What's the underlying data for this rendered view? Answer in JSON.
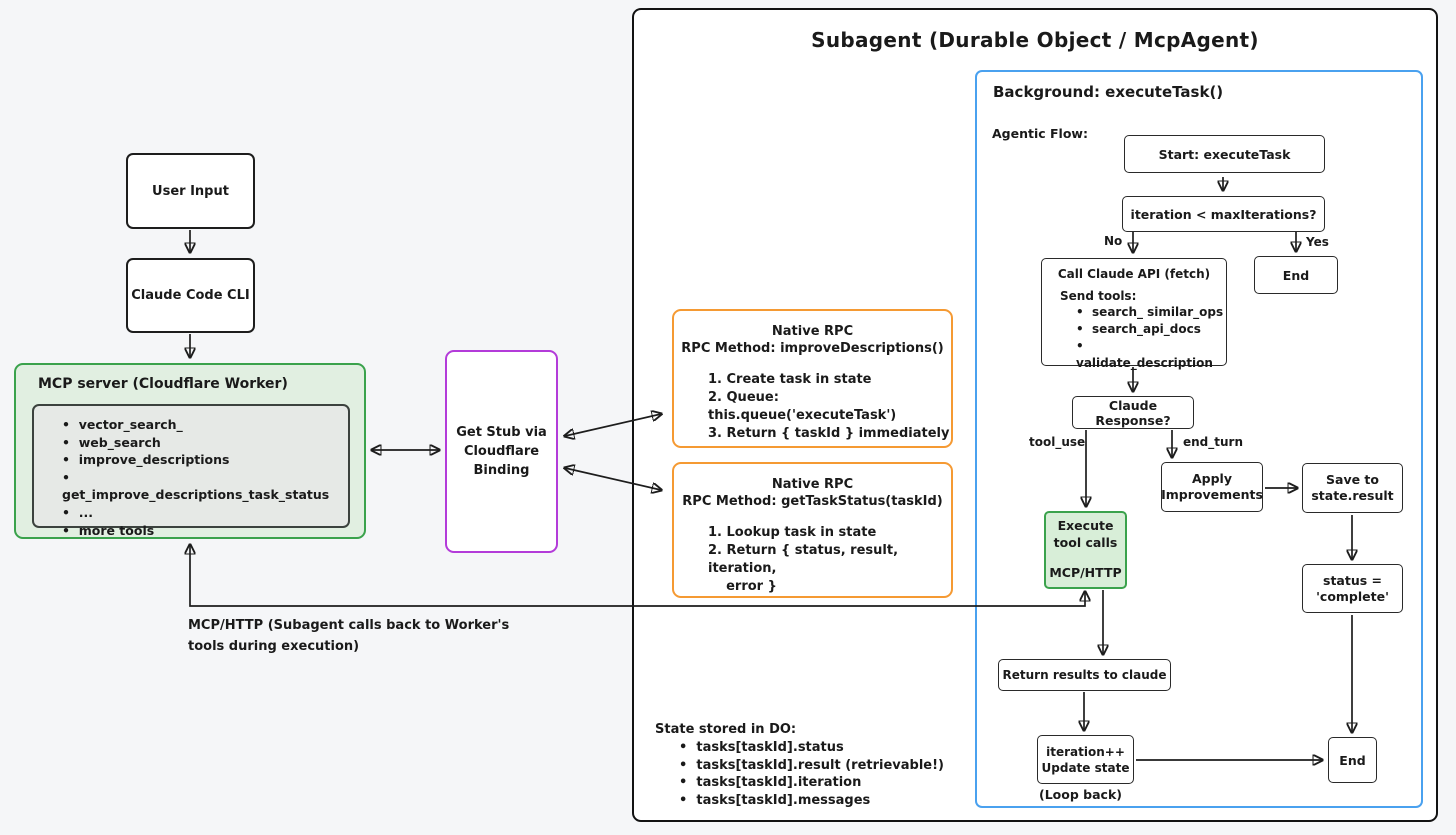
{
  "colors": {
    "background": "#f5f6f8",
    "ink": "#1a1a1a",
    "green_border": "#3aa24c",
    "green_fill": "#e1efe1",
    "gray_fill": "#e6e9e6",
    "purple_border": "#b33bd9",
    "orange_border": "#f59a33",
    "blue_border": "#4aa1ef",
    "execute_fill": "#d8eed8"
  },
  "left": {
    "user_input": "User Input",
    "claude_cli": "Claude Code CLI",
    "mcp": {
      "title": "MCP server (Cloudflare Worker)",
      "tools": [
        "vector_search_",
        "web_search",
        "improve_descriptions",
        "get_improve_descriptions_task_status",
        "...",
        "more tools"
      ]
    },
    "stub": {
      "lines": [
        "Get Stub via",
        "Cloudflare"
      ],
      "bold_line": "Binding"
    },
    "callback_caption": {
      "line1": "MCP/HTTP (Subagent calls back to Worker's",
      "line2": "tools during execution)"
    }
  },
  "rpc": [
    {
      "title": "Native RPC",
      "method": "RPC Method: improveDescriptions()",
      "steps": [
        "1. Create task in state",
        "2. Queue: this.queue('executeTask')",
        "3. Return { taskId } immediately"
      ]
    },
    {
      "title": "Native RPC",
      "method": "RPC Method: getTaskStatus(taskId)",
      "steps": [
        "1. Lookup task in state",
        "2. Return { status, result, iteration,",
        "    error }"
      ]
    }
  ],
  "subagent": {
    "title": "Subagent (Durable Object / McpAgent)",
    "background_title": "Background: executeTask()",
    "agentic_flow_label": "Agentic Flow:",
    "state": {
      "title": "State stored in DO:",
      "items": [
        "tasks[taskId].status",
        "tasks[taskId].result (retrievable!)",
        "tasks[taskId].iteration",
        "tasks[taskId].messages"
      ]
    }
  },
  "flow": {
    "start": "Start: executeTask",
    "condition": "iteration < maxIterations?",
    "no": "No",
    "yes": "Yes",
    "end_top": "End",
    "call_api": {
      "title": "Call Claude API (fetch)",
      "subtitle": "Send  tools:",
      "tools": [
        "search_ similar_ops",
        "search_api_docs",
        "validate_description"
      ]
    },
    "response": "Claude Response?",
    "tool_use": "tool_use",
    "end_turn": "end_turn",
    "apply": [
      "Apply",
      "Improvements"
    ],
    "save": [
      "Save to",
      "state.result"
    ],
    "execute": [
      "Execute",
      "tool calls",
      "",
      "MCP/HTTP"
    ],
    "status": [
      "status =",
      "'complete'"
    ],
    "return_results": "Return results to claude",
    "iterate": [
      "iteration++",
      "Update state"
    ],
    "loop_back": "(Loop back)",
    "end_bottom": "End"
  }
}
